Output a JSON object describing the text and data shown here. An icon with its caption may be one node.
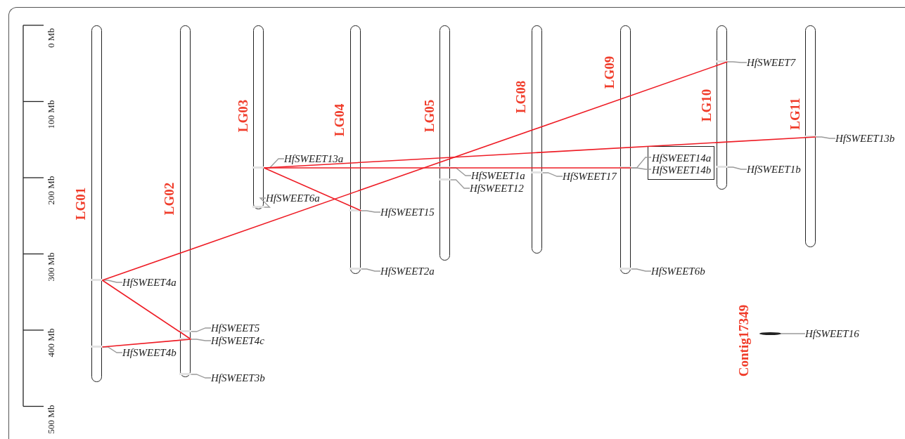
{
  "diagram": {
    "nodes": [
      {
        "text": [
          "LG01"
        ]
      },
      {
        "text": [],
        "shape": "bar",
        "in": 0
      },
      {
        "text": [],
        "shape": "bar",
        "in": 0
      },
      {
        "text": [
          "LG02"
        ]
      },
      {
        "text": [],
        "shape": "bar",
        "in": 3
      },
      {
        "text": [],
        "shape": "bar",
        "in": 3
      },
      {
        "text": [],
        "shape": "bar",
        "in": 3
      },
      {
        "text": [
          "LG03"
        ]
      },
      {
        "text": [],
        "shape": "bar",
        "in": 7
      },
      {
        "text": [],
        "shape": "bar",
        "in": 7
      },
      {
        "text": [
          "LG04"
        ]
      },
      {
        "text": [],
        "shape": "bar",
        "in": 10
      },
      {
        "text": [],
        "shape": "bar",
        "in": 10
      },
      {
        "text": [
          "LG05"
        ]
      },
      {
        "text": [],
        "shape": "bar",
        "in": 13
      },
      {
        "text": [],
        "shape": "bar",
        "in": 13
      },
      {
        "text": [
          "LG08"
        ]
      },
      {
        "text": [],
        "shape": "bar",
        "in": 16
      },
      {
        "text": [
          "LG09"
        ]
      },
      {
        "text": [],
        "shape": "bar",
        "in": 18
      },
      {
        "text": [],
        "shape": "bar",
        "in": 18
      },
      {
        "text": [
          "LG10"
        ]
      },
      {
        "text": [],
        "shape": "bar",
        "in": 21
      },
      {
        "text": [],
        "shape": "bar",
        "in": 21
      },
      {
        "text": [
          "LG11"
        ]
      },
      {
        "text": [],
        "shape": "bar",
        "in": 24
      },
      {
        "text": [
          "Contig17349"
        ]
      },
      {
        "text": [],
        "shape": "bar",
        "in": 26
      },
      {
        "text": [
          "HfSWEET4a"
        ]
      },
      {
        "text": [
          "HfSWEET4b"
        ]
      },
      {
        "text": [
          "HfSWEET5"
        ]
      },
      {
        "text": [
          "HfSWEET4c"
        ]
      },
      {
        "text": [
          "HfSWEET3b"
        ]
      },
      {
        "text": [
          "HfSWEET13a"
        ]
      },
      {
        "text": [
          "HfSWEET6a"
        ]
      },
      {
        "text": [
          "HfSWEET15"
        ]
      },
      {
        "text": [
          "HfSWEET2a"
        ]
      },
      {
        "text": [
          "HfSWEET1a"
        ]
      },
      {
        "text": [
          "HfSWEET12"
        ]
      },
      {
        "text": [
          "HfSWEET17"
        ]
      },
      {
        "text": [],
        "shape": "box"
      },
      {
        "text": [
          "HfSWEET14a"
        ],
        "in": 40
      },
      {
        "text": [
          "HfSWEET14b"
        ],
        "in": 40
      },
      {
        "text": [
          "HfSWEET6b"
        ]
      },
      {
        "text": [
          "HfSWEET7"
        ]
      },
      {
        "text": [
          "HfSWEET1b"
        ]
      },
      {
        "text": [
          "HfSWEET13b"
        ]
      },
      {
        "text": [
          "HfSWEET16"
        ]
      }
    ],
    "edges": [
      {
        "from": 28,
        "to": 1,
        "arrow": "none"
      },
      {
        "from": 29,
        "to": 2,
        "arrow": "none"
      },
      {
        "from": 30,
        "to": 4,
        "arrow": "none"
      },
      {
        "from": 31,
        "to": 5,
        "arrow": "none"
      },
      {
        "from": 32,
        "to": 6,
        "arrow": "none"
      },
      {
        "from": 33,
        "to": 8,
        "arrow": "none"
      },
      {
        "from": 34,
        "to": 9,
        "arrow": "none"
      },
      {
        "from": 35,
        "to": 11,
        "arrow": "none"
      },
      {
        "from": 36,
        "to": 12,
        "arrow": "none"
      },
      {
        "from": 37,
        "to": 14,
        "arrow": "none"
      },
      {
        "from": 38,
        "to": 15,
        "arrow": "none"
      },
      {
        "from": 39,
        "to": 17,
        "arrow": "none"
      },
      {
        "from": 41,
        "to": 19,
        "arrow": "none"
      },
      {
        "from": 42,
        "to": 19,
        "arrow": "none"
      },
      {
        "from": 43,
        "to": 20,
        "arrow": "none"
      },
      {
        "from": 44,
        "to": 22,
        "arrow": "none"
      },
      {
        "from": 45,
        "to": 23,
        "arrow": "none"
      },
      {
        "from": 46,
        "to": 25,
        "arrow": "none"
      },
      {
        "from": 47,
        "to": 27,
        "arrow": "none"
      },
      {
        "from": 1,
        "to": 22,
        "arrow": "none",
        "color": "#ee1c25"
      },
      {
        "from": 1,
        "to": 5,
        "arrow": "none",
        "color": "#ee1c25"
      },
      {
        "from": 2,
        "to": 5,
        "arrow": "none",
        "color": "#ee1c25"
      },
      {
        "from": 8,
        "to": 11,
        "arrow": "none",
        "color": "#ee1c25"
      },
      {
        "from": 8,
        "to": 25,
        "arrow": "none",
        "color": "#ee1c25"
      },
      {
        "from": 8,
        "to": 19,
        "arrow": "none",
        "color": "#ee1c25"
      }
    ],
    "labels": [
      "0 Mb",
      "100 Mb",
      "200 Mb",
      "300 Mb",
      "400 Mb",
      "500 Mb"
    ]
  }
}
